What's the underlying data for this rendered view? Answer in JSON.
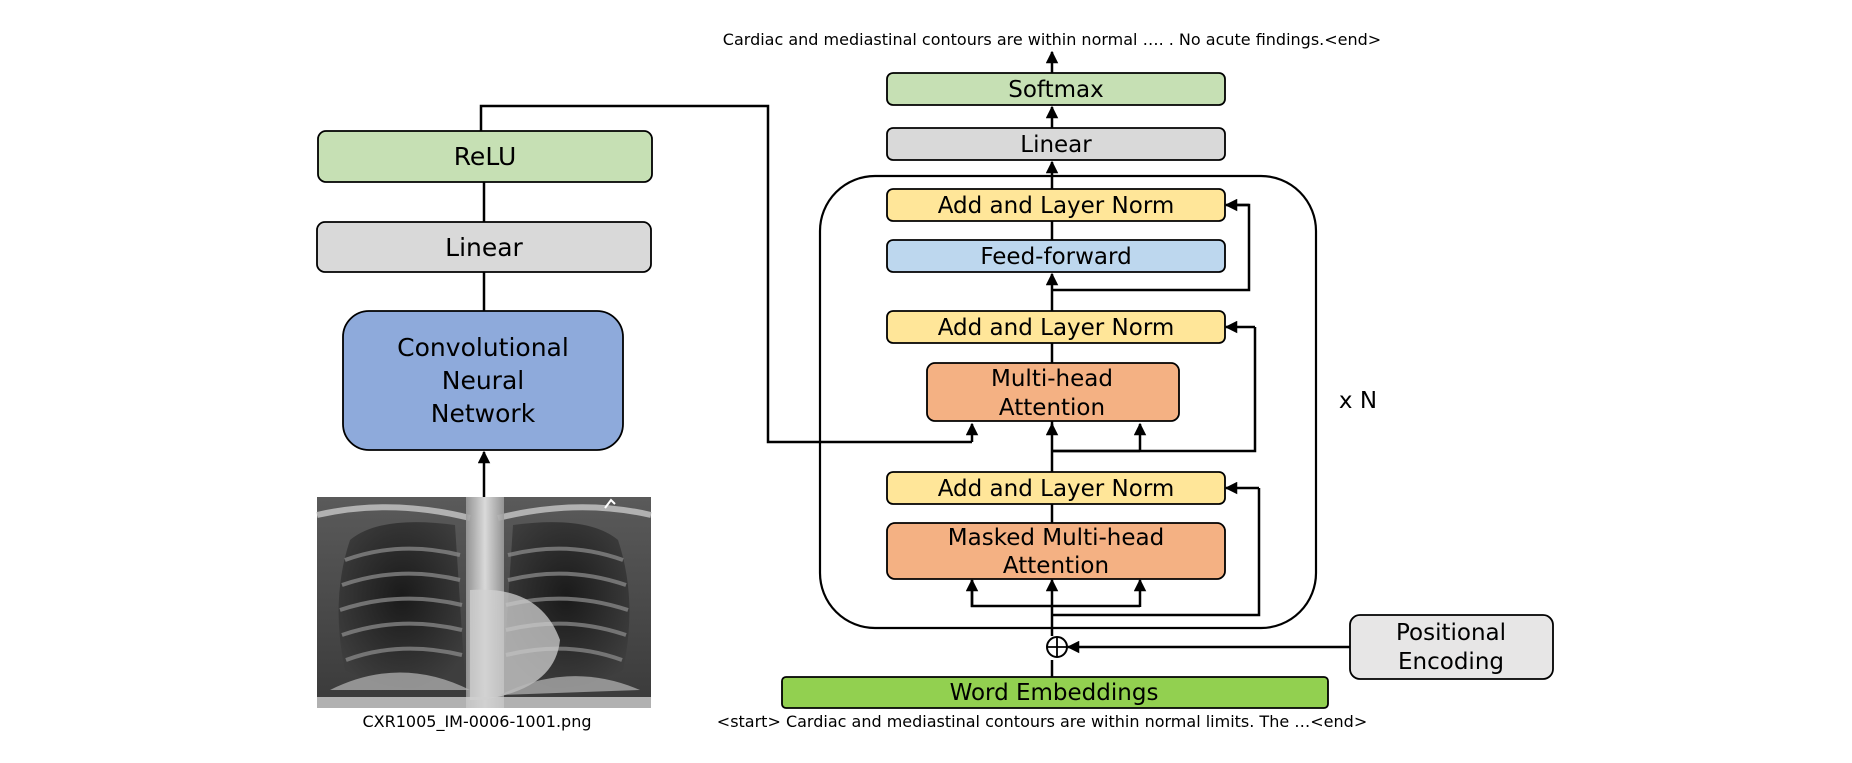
{
  "output_caption": "Cardiac and mediastinal contours  are within normal …. . No acute findings.<end>",
  "input_caption": "<start> Cardiac and mediastinal contours are within normal limits. The …<end>",
  "image_filename": "CXR1005_IM-0006-1001.png",
  "encoder": {
    "relu": "ReLU",
    "linear": "Linear",
    "cnn": [
      "Convolutional",
      "Neural",
      "Network"
    ]
  },
  "decoder": {
    "softmax": "Softmax",
    "linear": "Linear",
    "add_norm": "Add and Layer Norm",
    "feed_forward": "Feed-forward",
    "mha": [
      "Multi-head",
      "Attention"
    ],
    "masked_mha": [
      "Masked Multi-head",
      "Attention"
    ],
    "repeat": "x N",
    "word_embeddings": "Word Embeddings",
    "positional_encoding": [
      "Positional",
      "Encoding"
    ]
  },
  "colors": {
    "green_light": "#c6e0b4",
    "gray_light": "#d9d9d9",
    "blue_cnn": "#8eaadb",
    "yellow": "#ffe699",
    "blue_light": "#bdd7ee",
    "orange": "#f4b183",
    "green_bright": "#92d050",
    "gray_pe": "#e7e6e6"
  }
}
